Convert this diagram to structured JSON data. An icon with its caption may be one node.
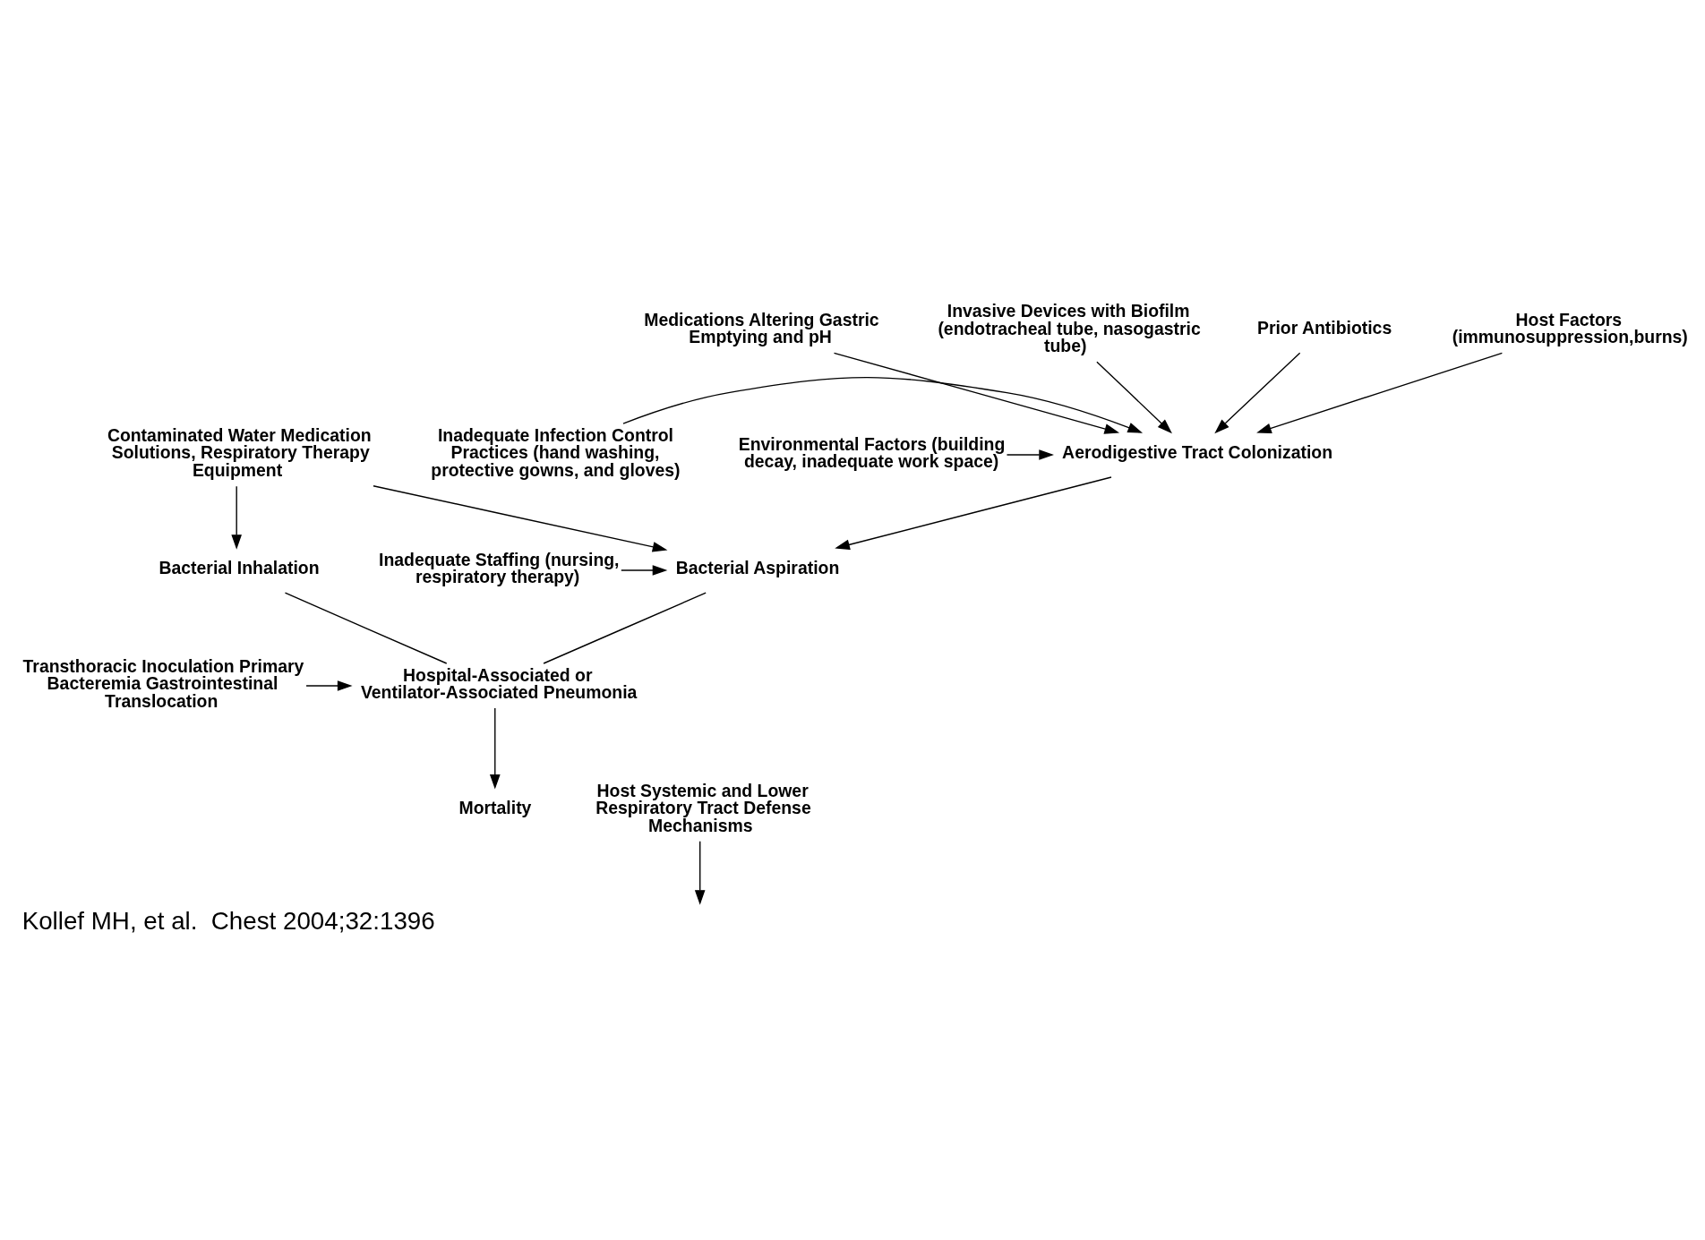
{
  "diagram": {
    "caption": "Kollef MH, et al.  Chest 2004;32:1396",
    "nodes": [
      {
        "text": [
          "Medications Altering Gastric Emptying and pH"
        ]
      },
      {
        "text": [
          "Invasive Devices with Biofilm (endotracheal tube, nasogastric tube)"
        ]
      },
      {
        "text": [
          "Prior Antibiotics"
        ]
      },
      {
        "text": [
          "Host Factors (immunosuppression,burns)"
        ]
      },
      {
        "text": [
          "Aerodigestive Tract Colonization"
        ]
      },
      {
        "text": [
          "Inadequate Infection Control Practices (hand washing, protective gowns, and gloves)"
        ]
      },
      {
        "text": [
          "Environmental Factors (building decay, inadequate work space)"
        ]
      },
      {
        "text": [
          "Contaminated Water Medication Solutions, Respiratory Therapy Equipment"
        ]
      },
      {
        "text": [
          "Inadequate Staffing (nursing, respiratory therapy)"
        ]
      },
      {
        "text": [
          "Bacterial Aspiration"
        ]
      },
      {
        "text": [
          "Bacterial Inhalation"
        ]
      },
      {
        "text": [
          "Transthoracic Inoculation Primary Bacteremia Gastrointestinal Translocation"
        ]
      },
      {
        "text": [
          "Hospital-Associated or Ventilator-Associated Pneumonia"
        ]
      },
      {
        "text": [
          "Host Systemic and Lower Respiratory Tract Defense Mechanisms"
        ]
      },
      {
        "text": [
          "Mortality"
        ]
      }
    ],
    "edges": [
      {
        "from": 0,
        "to": 4,
        "arrow": "to"
      },
      {
        "from": 1,
        "to": 4,
        "arrow": "to"
      },
      {
        "from": 2,
        "to": 4,
        "arrow": "to"
      },
      {
        "from": 3,
        "to": 4,
        "arrow": "to"
      },
      {
        "from": 5,
        "to": 4,
        "arrow": "to"
      },
      {
        "from": 6,
        "to": 4,
        "arrow": "to"
      },
      {
        "from": 4,
        "to": 9,
        "arrow": "to"
      },
      {
        "from": 7,
        "to": 9,
        "arrow": "to"
      },
      {
        "from": 7,
        "to": 10,
        "arrow": "to"
      },
      {
        "from": 8,
        "to": 9,
        "arrow": "to"
      },
      {
        "from": 9,
        "to": 12,
        "arrow": "none"
      },
      {
        "from": 10,
        "to": 12,
        "arrow": "none"
      },
      {
        "from": 11,
        "to": 12,
        "arrow": "to"
      },
      {
        "from": 12,
        "to": 14,
        "arrow": "to"
      },
      {
        "from": 13,
        "to": null,
        "arrow": "to"
      }
    ]
  }
}
